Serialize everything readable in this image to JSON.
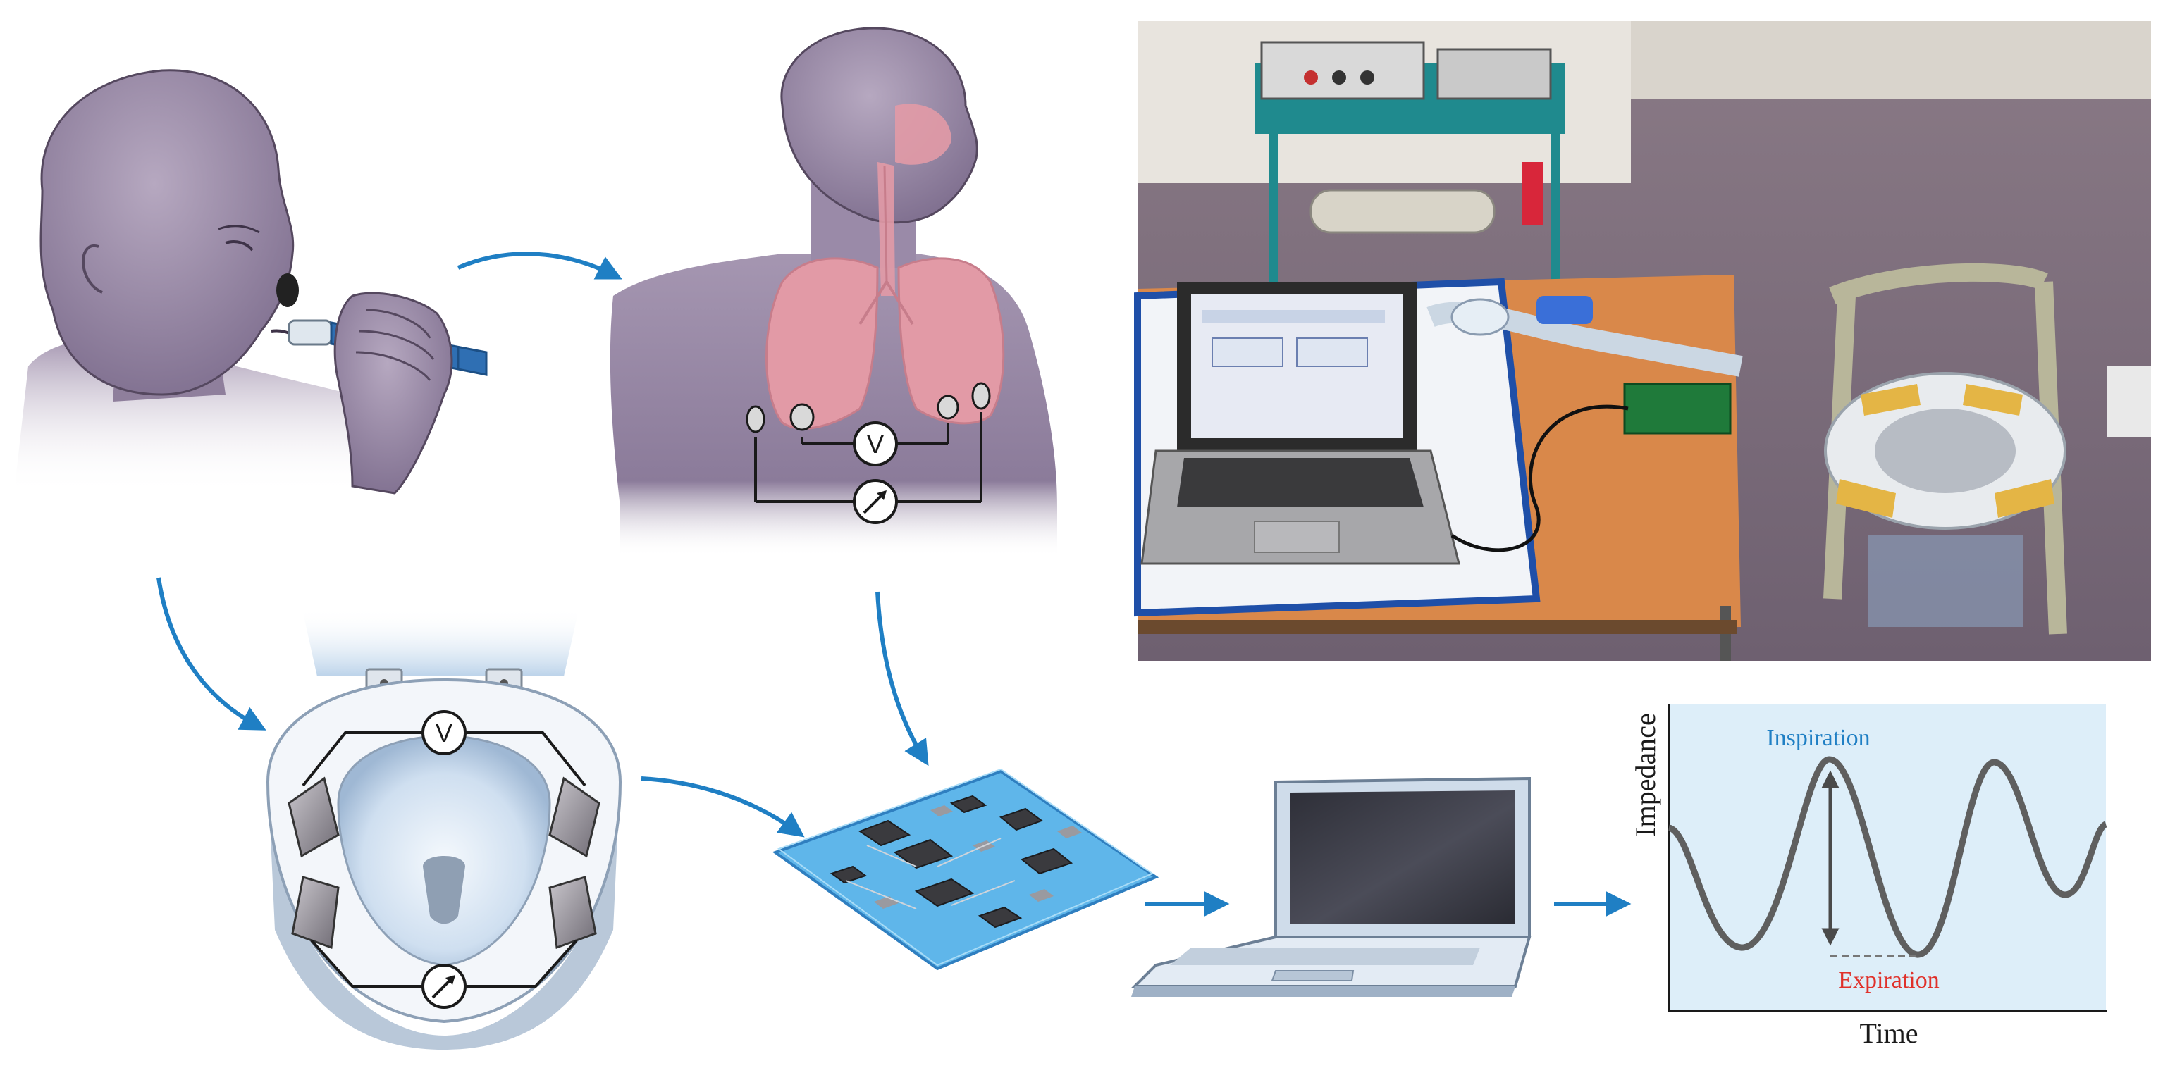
{
  "figure": {
    "panels": [
      "subject-spirometer",
      "torso-electrodes",
      "photo-setup",
      "toilet-seat-electrodes",
      "circuit-board",
      "laptop",
      "impedance-plot"
    ],
    "accent_color": "#1f7fc4",
    "skin_color": "#9c8ca6",
    "lung_color": "#e29aa6",
    "meter_symbols": {
      "voltage": "V",
      "current": "↗"
    }
  },
  "impedance_plot": {
    "ylabel": "Impedance",
    "xlabel": "Time",
    "inspiration_label": "Inspiration",
    "expiration_label": "Expiration",
    "inspiration_color": "#1f7fc4",
    "expiration_color": "#e0312b",
    "background_color": "#ddeef9",
    "curve_color": "#5f5f5f"
  }
}
